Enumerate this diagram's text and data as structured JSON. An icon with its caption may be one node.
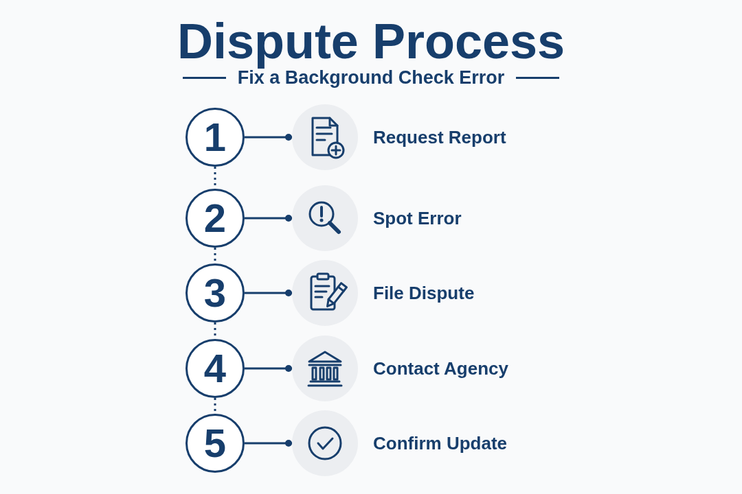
{
  "diagram": {
    "title": "Dispute Process",
    "nodes": [
      {
        "text": [
          "1"
        ]
      },
      {
        "text": [],
        "shape": "picture",
        "beside": [
          "Request Report"
        ]
      },
      {
        "text": [
          "2"
        ]
      },
      {
        "text": [],
        "shape": "picture",
        "beside": [
          "Spot Error"
        ]
      },
      {
        "text": [
          "3"
        ]
      },
      {
        "text": [],
        "shape": "picture",
        "beside": [
          "File Dispute"
        ]
      },
      {
        "text": [
          "4"
        ]
      },
      {
        "text": [],
        "shape": "picture",
        "beside": [
          "Contact Agency"
        ]
      },
      {
        "text": [
          "5"
        ]
      },
      {
        "text": [],
        "shape": "picture",
        "beside": [
          "Confirm Update"
        ]
      }
    ],
    "edges": [
      {
        "from": 0,
        "to": 1,
        "arrow": "other"
      },
      {
        "from": 2,
        "to": 3,
        "arrow": "other"
      },
      {
        "from": 4,
        "to": 5,
        "arrow": "other"
      },
      {
        "from": 6,
        "to": 7,
        "arrow": "other"
      },
      {
        "from": 8,
        "to": 9,
        "arrow": "other"
      },
      {
        "from": 0,
        "to": 2,
        "arrow": "none",
        "style": "dashed"
      },
      {
        "from": 2,
        "to": 4,
        "arrow": "none",
        "style": "dashed"
      },
      {
        "from": 4,
        "to": 6,
        "arrow": "none",
        "style": "dashed"
      },
      {
        "from": 6,
        "to": 8,
        "arrow": "none",
        "style": "dashed"
      }
    ],
    "labels": [
      "Fix a Background Check Error"
    ]
  }
}
